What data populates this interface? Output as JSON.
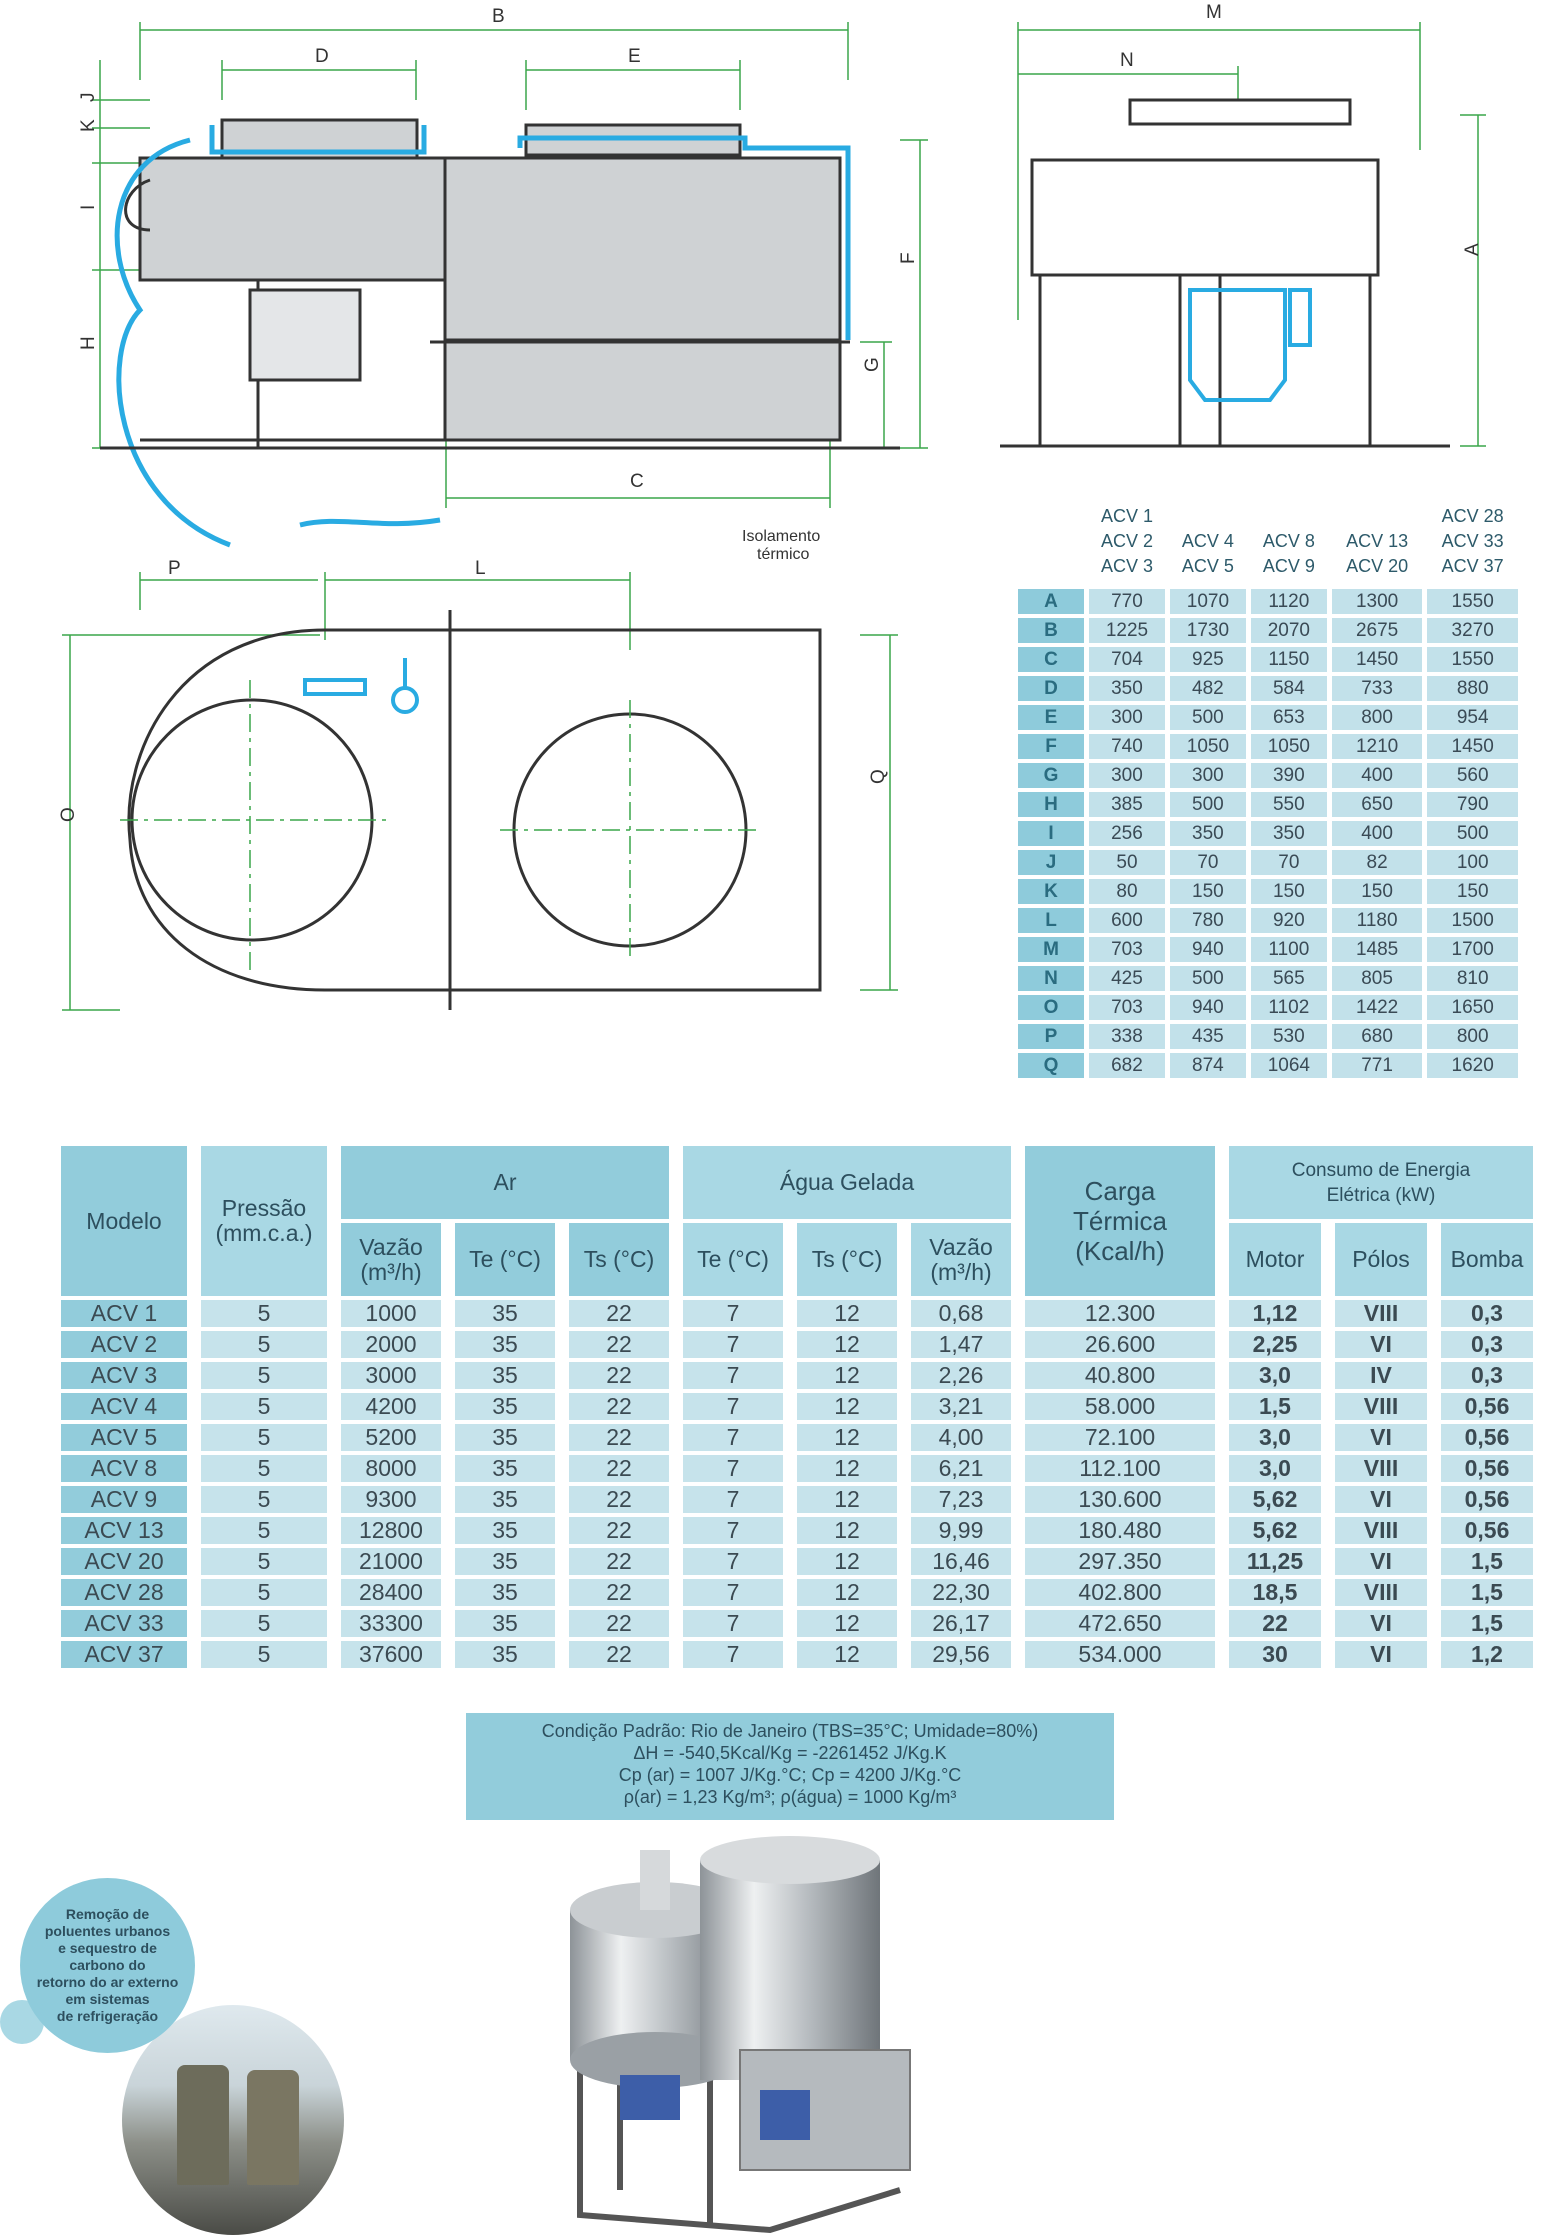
{
  "drawings": {
    "side_view_labels": [
      "B",
      "D",
      "E",
      "J",
      "K",
      "I",
      "H",
      "F",
      "G",
      "C"
    ],
    "front_view_labels": [
      "M",
      "N",
      "A"
    ],
    "top_view_labels": [
      "P",
      "L",
      "O",
      "Q"
    ],
    "isolation_note_line1": "Isolamento",
    "isolation_note_line2": "térmico",
    "colors": {
      "line": "#333333",
      "insulation": "#29abe2",
      "dimension": "#3aa64a",
      "tank": "#cfd2d4"
    }
  },
  "dimension_table": {
    "model_groups": [
      [
        "ACV 1",
        "ACV 2",
        "ACV 3"
      ],
      [
        "ACV 4",
        "ACV 5"
      ],
      [
        "ACV 8",
        "ACV 9"
      ],
      [
        "ACV 13",
        "ACV 20"
      ],
      [
        "ACV 28",
        "ACV 33",
        "ACV 37"
      ]
    ],
    "rows": [
      {
        "letter": "A",
        "values": [
          "770",
          "1070",
          "1120",
          "1300",
          "1550"
        ]
      },
      {
        "letter": "B",
        "values": [
          "1225",
          "1730",
          "2070",
          "2675",
          "3270"
        ]
      },
      {
        "letter": "C",
        "values": [
          "704",
          "925",
          "1150",
          "1450",
          "1550"
        ]
      },
      {
        "letter": "D",
        "values": [
          "350",
          "482",
          "584",
          "733",
          "880"
        ]
      },
      {
        "letter": "E",
        "values": [
          "300",
          "500",
          "653",
          "800",
          "954"
        ]
      },
      {
        "letter": "F",
        "values": [
          "740",
          "1050",
          "1050",
          "1210",
          "1450"
        ]
      },
      {
        "letter": "G",
        "values": [
          "300",
          "300",
          "390",
          "400",
          "560"
        ]
      },
      {
        "letter": "H",
        "values": [
          "385",
          "500",
          "550",
          "650",
          "790"
        ]
      },
      {
        "letter": "I",
        "values": [
          "256",
          "350",
          "350",
          "400",
          "500"
        ]
      },
      {
        "letter": "J",
        "values": [
          "50",
          "70",
          "70",
          "82",
          "100"
        ]
      },
      {
        "letter": "K",
        "values": [
          "80",
          "150",
          "150",
          "150",
          "150"
        ]
      },
      {
        "letter": "L",
        "values": [
          "600",
          "780",
          "920",
          "1180",
          "1500"
        ]
      },
      {
        "letter": "M",
        "values": [
          "703",
          "940",
          "1100",
          "1485",
          "1700"
        ]
      },
      {
        "letter": "N",
        "values": [
          "425",
          "500",
          "565",
          "805",
          "810"
        ]
      },
      {
        "letter": "O",
        "values": [
          "703",
          "940",
          "1102",
          "1422",
          "1650"
        ]
      },
      {
        "letter": "P",
        "values": [
          "338",
          "435",
          "530",
          "680",
          "800"
        ]
      },
      {
        "letter": "Q",
        "values": [
          "682",
          "874",
          "1064",
          "771",
          "1620"
        ]
      }
    ]
  },
  "main_table": {
    "headers": {
      "modelo": "Modelo",
      "pressao": "Pressão\n(mm.c.a.)",
      "ar": "Ar",
      "agua": "Água Gelada",
      "carga": "Carga\nTérmica\n(Kcal/h)",
      "consumo": "Consumo de Energia\nElétrica (kW)",
      "ar_vazao": "Vazão\n(m³/h)",
      "ar_te": "Te (°C)",
      "ar_ts": "Ts (°C)",
      "agua_te": "Te (°C)",
      "agua_ts": "Ts (°C)",
      "agua_vazao": "Vazão\n(m³/h)",
      "motor": "Motor",
      "polos": "Pólos",
      "bomba": "Bomba"
    },
    "rows": [
      [
        "ACV 1",
        "5",
        "1000",
        "35",
        "22",
        "7",
        "12",
        "0,68",
        "12.300",
        "1,12",
        "VIII",
        "0,3"
      ],
      [
        "ACV 2",
        "5",
        "2000",
        "35",
        "22",
        "7",
        "12",
        "1,47",
        "26.600",
        "2,25",
        "VI",
        "0,3"
      ],
      [
        "ACV 3",
        "5",
        "3000",
        "35",
        "22",
        "7",
        "12",
        "2,26",
        "40.800",
        "3,0",
        "IV",
        "0,3"
      ],
      [
        "ACV 4",
        "5",
        "4200",
        "35",
        "22",
        "7",
        "12",
        "3,21",
        "58.000",
        "1,5",
        "VIII",
        "0,56"
      ],
      [
        "ACV 5",
        "5",
        "5200",
        "35",
        "22",
        "7",
        "12",
        "4,00",
        "72.100",
        "3,0",
        "VI",
        "0,56"
      ],
      [
        "ACV 8",
        "5",
        "8000",
        "35",
        "22",
        "7",
        "12",
        "6,21",
        "112.100",
        "3,0",
        "VIII",
        "0,56"
      ],
      [
        "ACV 9",
        "5",
        "9300",
        "35",
        "22",
        "7",
        "12",
        "7,23",
        "130.600",
        "5,62",
        "VI",
        "0,56"
      ],
      [
        "ACV 13",
        "5",
        "12800",
        "35",
        "22",
        "7",
        "12",
        "9,99",
        "180.480",
        "5,62",
        "VIII",
        "0,56"
      ],
      [
        "ACV 20",
        "5",
        "21000",
        "35",
        "22",
        "7",
        "12",
        "16,46",
        "297.350",
        "11,25",
        "VI",
        "1,5"
      ],
      [
        "ACV 28",
        "5",
        "28400",
        "35",
        "22",
        "7",
        "12",
        "22,30",
        "402.800",
        "18,5",
        "VIII",
        "1,5"
      ],
      [
        "ACV 33",
        "5",
        "33300",
        "35",
        "22",
        "7",
        "12",
        "26,17",
        "472.650",
        "22",
        "VI",
        "1,5"
      ],
      [
        "ACV 37",
        "5",
        "37600",
        "35",
        "22",
        "7",
        "12",
        "29,56",
        "534.000",
        "30",
        "VI",
        "1,2"
      ]
    ]
  },
  "conditions": [
    "Condição Padrão: Rio de Janeiro (TBS=35°C; Umidade=80%)",
    "ΔH = -540,5Kcal/Kg = -2261452 J/Kg.K",
    "Cp (ar) = 1007 J/Kg.°C; Cp = 4200 J/Kg.°C",
    "ρ(ar) = 1,23 Kg/m³;  ρ(água) = 1000 Kg/m³"
  ],
  "badge_text": "Remoção de\npoluentes urbanos\ne sequestro de\ncarbono do\nretorno do ar externo\nem sistemas\nde refrigeração"
}
